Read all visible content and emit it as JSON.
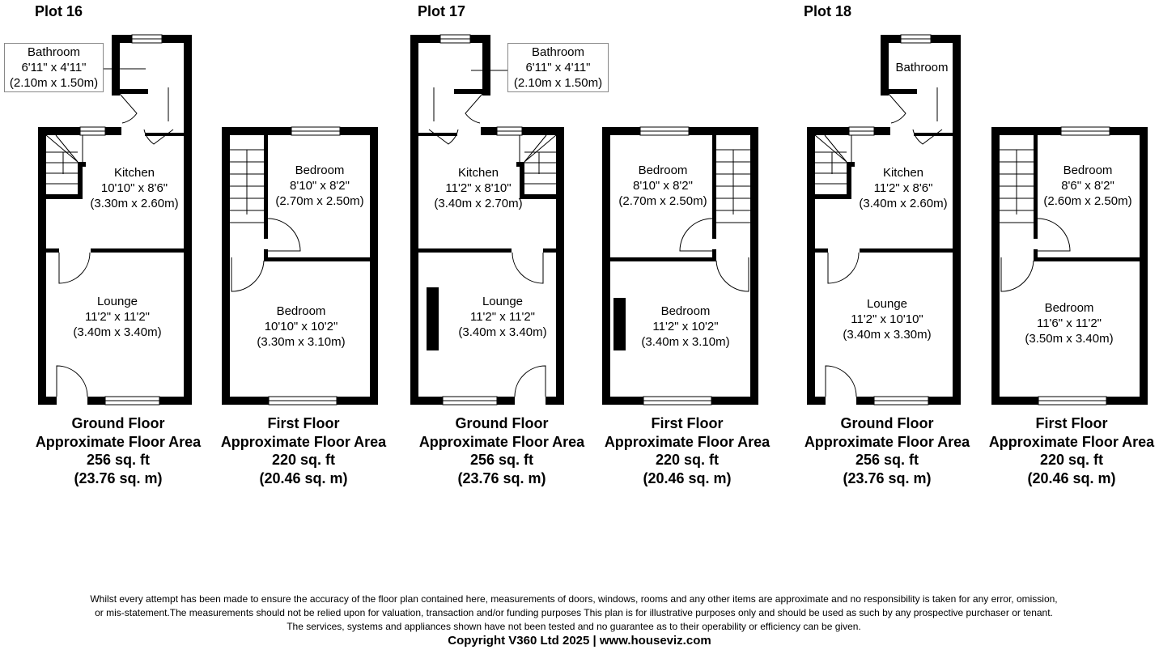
{
  "plots": [
    {
      "title": "Plot 16",
      "ground": {
        "bathroom": {
          "name": "Bathroom",
          "imperial": "6'11\" x 4'11\"",
          "metric": "(2.10m x 1.50m)"
        },
        "kitchen": {
          "name": "Kitchen",
          "imperial": "10'10\" x 8'6\"",
          "metric": "(3.30m x 2.60m)"
        },
        "lounge": {
          "name": "Lounge",
          "imperial": "11'2\" x 11'2\"",
          "metric": "(3.40m x 3.40m)"
        },
        "summary": {
          "floor": "Ground Floor",
          "label": "Approximate Floor Area",
          "sqft": "256 sq. ft",
          "sqm": "(23.76 sq. m)"
        }
      },
      "first": {
        "bedroom1": {
          "name": "Bedroom",
          "imperial": "8'10\" x 8'2\"",
          "metric": "(2.70m x 2.50m)"
        },
        "bedroom2": {
          "name": "Bedroom",
          "imperial": "10'10\" x 10'2\"",
          "metric": "(3.30m x 3.10m)"
        },
        "summary": {
          "floor": "First Floor",
          "label": "Approximate Floor Area",
          "sqft": "220 sq. ft",
          "sqm": "(20.46 sq. m)"
        }
      }
    },
    {
      "title": "Plot 17",
      "ground": {
        "bathroom": {
          "name": "Bathroom",
          "imperial": "6'11\" x 4'11\"",
          "metric": "(2.10m x 1.50m)"
        },
        "kitchen": {
          "name": "Kitchen",
          "imperial": "11'2\" x 8'10\"",
          "metric": "(3.40m x 2.70m)"
        },
        "lounge": {
          "name": "Lounge",
          "imperial": "11'2\" x 11'2\"",
          "metric": "(3.40m x 3.40m)"
        },
        "summary": {
          "floor": "Ground Floor",
          "label": "Approximate Floor Area",
          "sqft": "256 sq. ft",
          "sqm": "(23.76 sq. m)"
        }
      },
      "first": {
        "bedroom1": {
          "name": "Bedroom",
          "imperial": "8'10\" x 8'2\"",
          "metric": "(2.70m x 2.50m)"
        },
        "bedroom2": {
          "name": "Bedroom",
          "imperial": "11'2\" x 10'2\"",
          "metric": "(3.40m x 3.10m)"
        },
        "summary": {
          "floor": "First Floor",
          "label": "Approximate Floor Area",
          "sqft": "220 sq. ft",
          "sqm": "(20.46 sq. m)"
        }
      }
    },
    {
      "title": "Plot 18",
      "ground": {
        "bathroom": {
          "name": "Bathroom"
        },
        "kitchen": {
          "name": "Kitchen",
          "imperial": "11'2\" x 8'6\"",
          "metric": "(3.40m x 2.60m)"
        },
        "lounge": {
          "name": "Lounge",
          "imperial": "11'2\" x 10'10\"",
          "metric": "(3.40m x 3.30m)"
        },
        "summary": {
          "floor": "Ground Floor",
          "label": "Approximate Floor Area",
          "sqft": "256 sq. ft",
          "sqm": "(23.76 sq. m)"
        }
      },
      "first": {
        "bedroom1": {
          "name": "Bedroom",
          "imperial": "8'6\" x 8'2\"",
          "metric": "(2.60m x 2.50m)"
        },
        "bedroom2": {
          "name": "Bedroom",
          "imperial": "11'6\" x 11'2\"",
          "metric": "(3.50m x 3.40m)"
        },
        "summary": {
          "floor": "First Floor",
          "label": "Approximate Floor Area",
          "sqft": "220 sq. ft",
          "sqm": "(20.46 sq. m)"
        }
      }
    }
  ],
  "disclaimer": [
    "Whilst every attempt has been made to ensure the accuracy of the floor plan contained here, measurements of doors, windows, rooms and any other items are approximate and no responsibility is taken for any error, omission,",
    "or mis-statement.The measurements should not be relied upon for valuation, transaction and/or funding purposes This plan is for illustrative purposes only and should be used as such by any prospective purchaser or tenant.",
    "The services, systems and appliances shown have not been tested and no guarantee as to their operability or efficiency can be given."
  ],
  "copyright": "Copyright V360 Ltd 2025 | www.houseviz.com"
}
